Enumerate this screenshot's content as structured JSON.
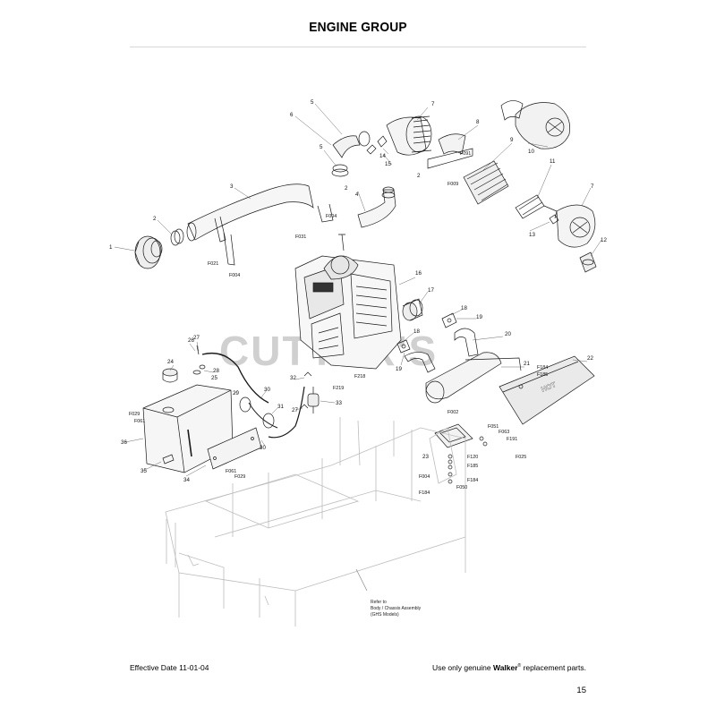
{
  "page": {
    "title": "ENGINE GROUP",
    "effective_date": "Effective Date 11-01-04",
    "genuine_prefix": "Use only genuine ",
    "brand": "Walker",
    "reg_mark": "®",
    "genuine_suffix": " replacement parts.",
    "page_number": "15"
  },
  "watermark": "CUTTER'S",
  "decal_text": "HOT",
  "reference_note": [
    "Refer to",
    "Body / Chassis Assembly",
    "(GHS Models)"
  ],
  "callouts": {
    "c1": "1",
    "c2a": "2",
    "c2b": "2",
    "c2c": "2",
    "c3": "3",
    "c4": "4",
    "c5a": "5",
    "c5b": "5",
    "c6": "6",
    "c7a": "7",
    "c7b": "7",
    "c8": "8",
    "c9": "9",
    "c10": "10",
    "c11": "11",
    "c12": "12",
    "c13": "13",
    "c14": "14",
    "c15": "15",
    "c16": "16",
    "c17": "17",
    "c18a": "18",
    "c18b": "18",
    "c19a": "19",
    "c19b": "19",
    "c20": "20",
    "c21": "21",
    "c22": "22",
    "c23": "23",
    "c24": "24",
    "c25": "25",
    "c26": "26",
    "c27a": "27",
    "c27b": "27",
    "c28": "28",
    "c29": "29",
    "c30a": "30",
    "c30b": "30",
    "c31": "31",
    "c32": "32",
    "c33": "33",
    "c34": "34",
    "c35": "35",
    "c36": "36",
    "f004a": "F004",
    "f004b": "F004",
    "f004c": "F004",
    "f009": "F009",
    "f021": "F021",
    "f025": "F025",
    "f029a": "F029",
    "f029b": "F029",
    "f031": "F031",
    "f050": "F050",
    "f051": "F051",
    "f061a": "F061",
    "f061b": "F061",
    "f063": "F063",
    "f091": "F091",
    "f120": "F120",
    "f184a": "F184",
    "f184b": "F184",
    "f184c": "F184",
    "f185a": "F185",
    "f185b": "F185",
    "f191": "F191",
    "f002": "F002",
    "f218": "F218",
    "f219": "F219"
  }
}
